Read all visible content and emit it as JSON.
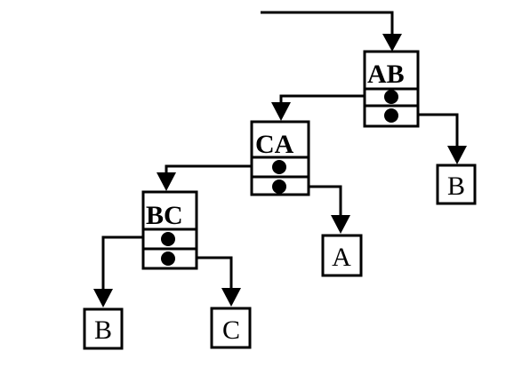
{
  "diagram": {
    "internal_nodes": [
      {
        "id": "ab",
        "label": "AB"
      },
      {
        "id": "ca",
        "label": "CA"
      },
      {
        "id": "bc",
        "label": "BC"
      }
    ],
    "leaf_nodes": [
      {
        "id": "leaf-b-right",
        "label": "B"
      },
      {
        "id": "leaf-a",
        "label": "A"
      },
      {
        "id": "leaf-b-left",
        "label": "B"
      },
      {
        "id": "leaf-c",
        "label": "C"
      }
    ]
  }
}
